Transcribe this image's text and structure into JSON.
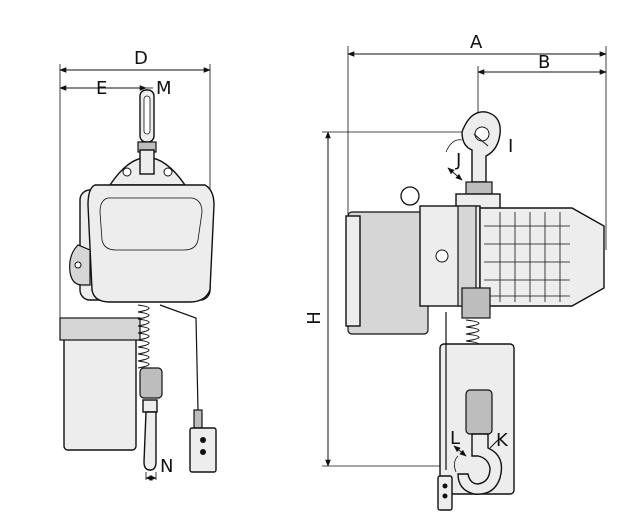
{
  "dimensions": {
    "A": "A",
    "B": "B",
    "D": "D",
    "E": "E",
    "M": "M",
    "I": "I",
    "J": "J",
    "H": "H",
    "L": "L",
    "K": "K",
    "N": "N"
  }
}
